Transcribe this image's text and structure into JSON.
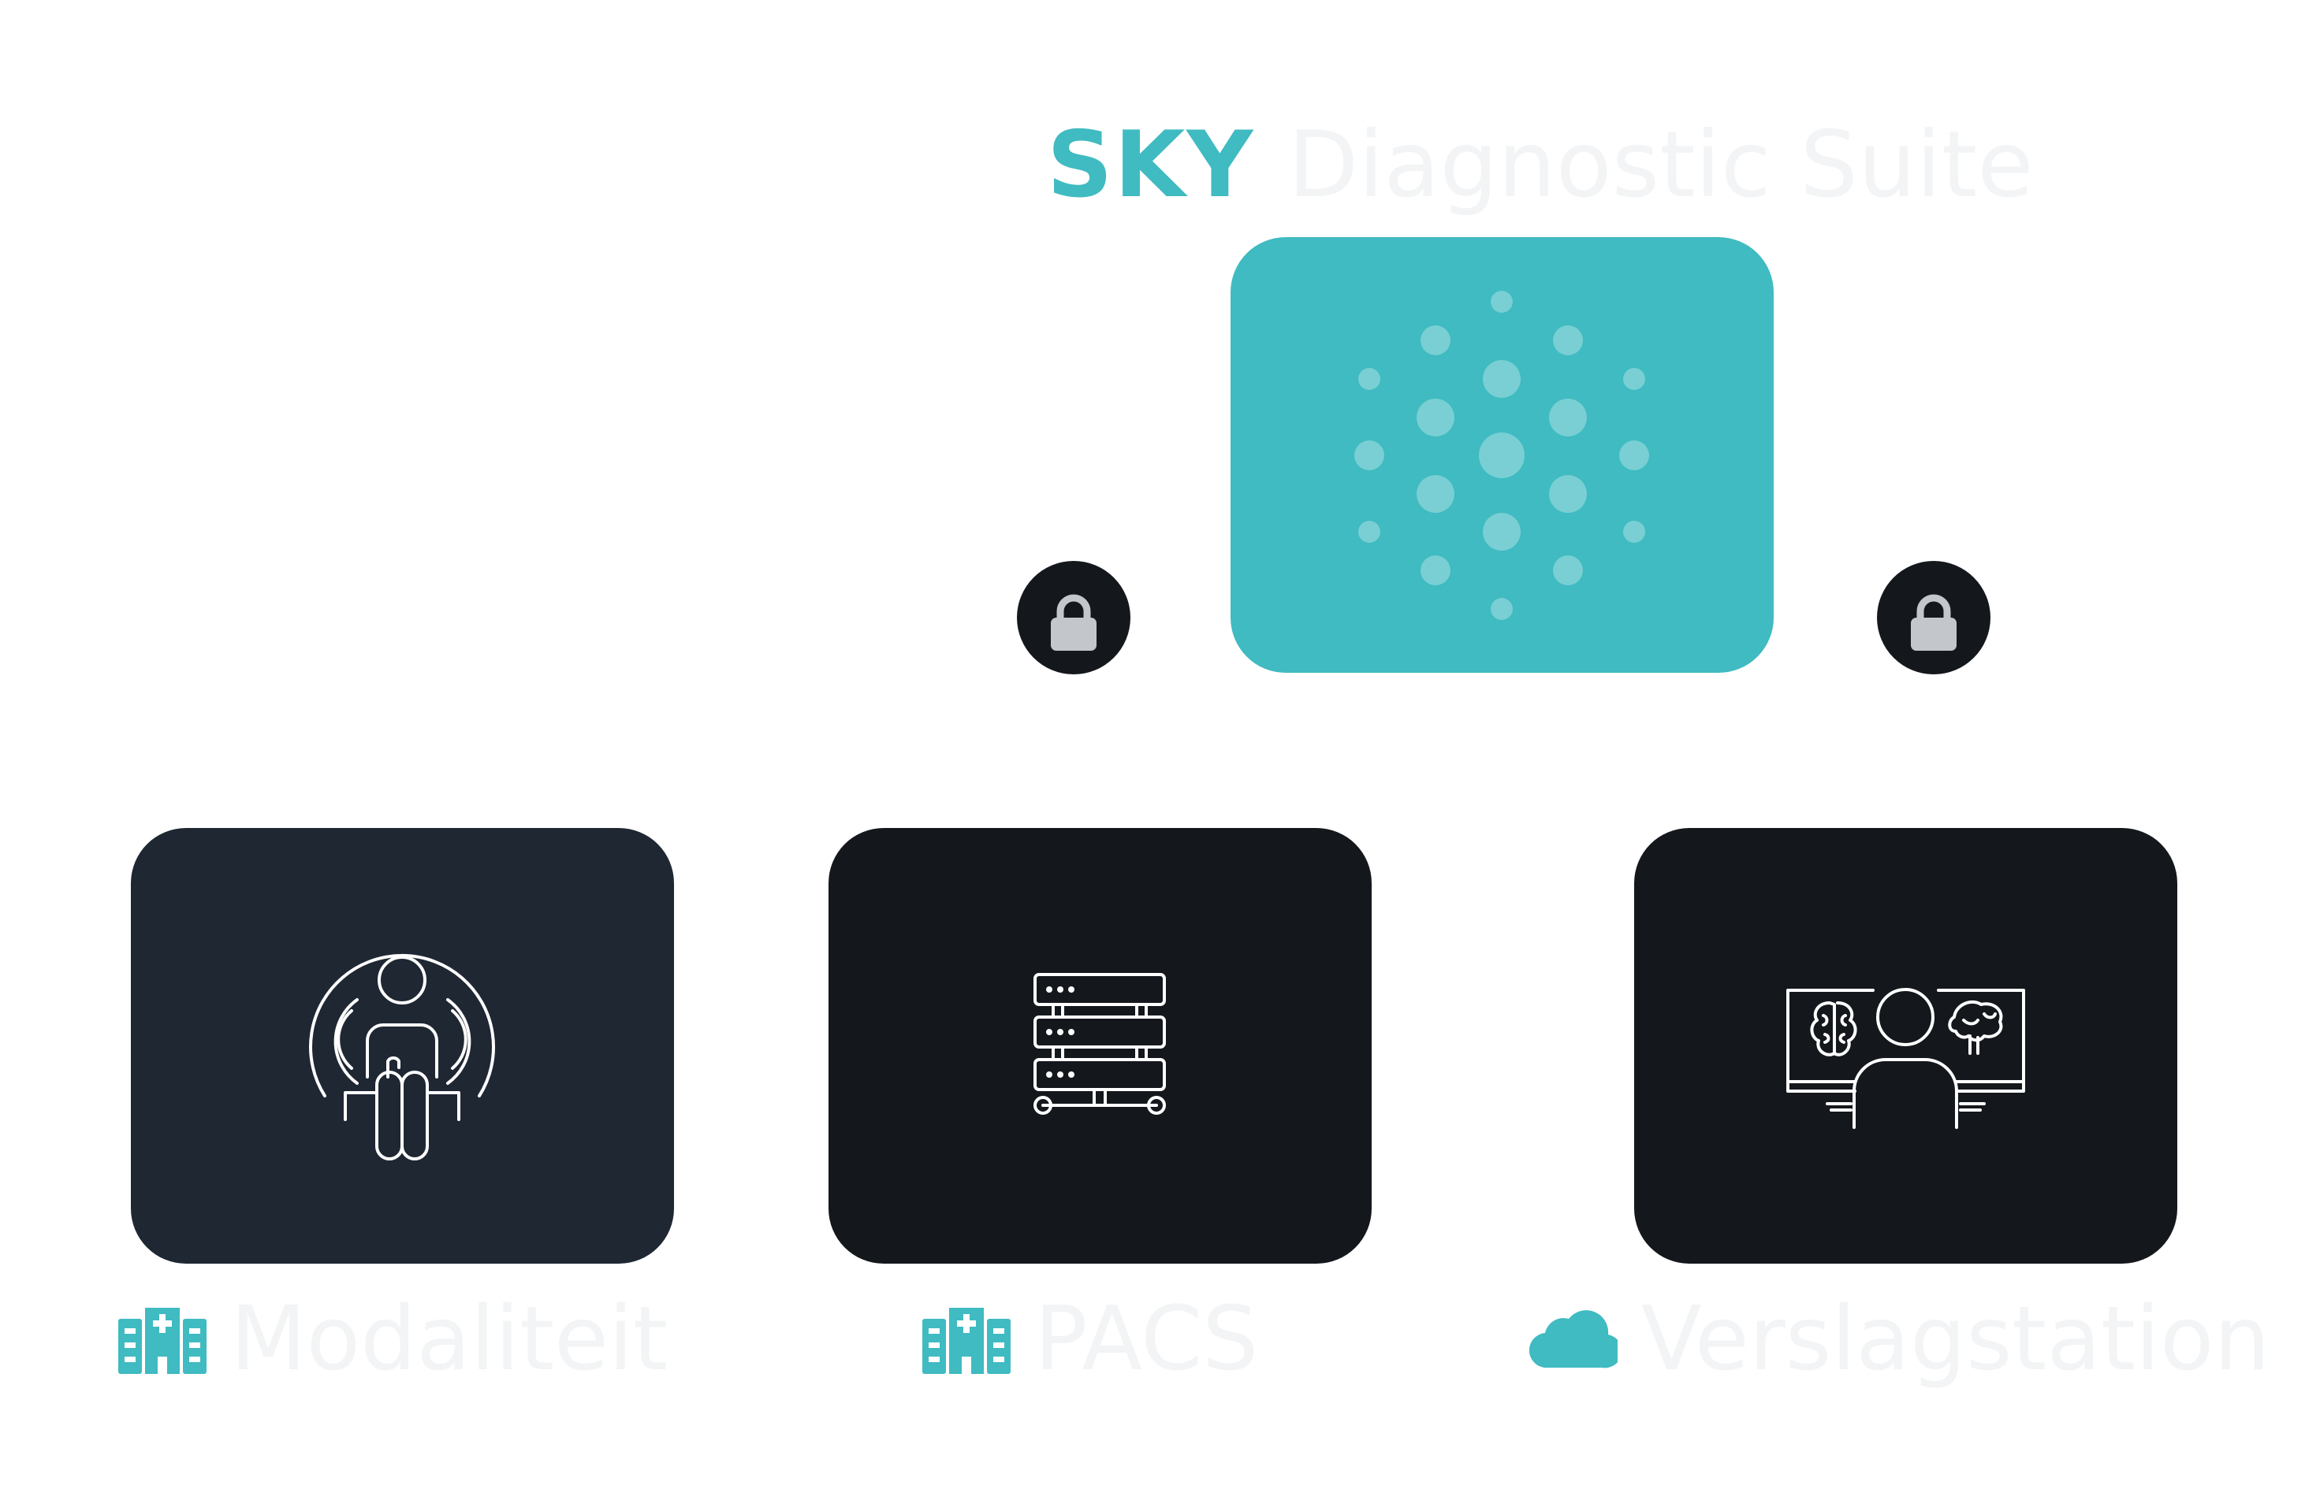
{
  "title": {
    "brand": "SKY",
    "rest": "Diagnostic Suite"
  },
  "center_node": {
    "icon": "dots-burst-logo-icon"
  },
  "locks": [
    {
      "icon": "lock-icon"
    },
    {
      "icon": "lock-icon"
    }
  ],
  "nodes": [
    {
      "label": "Modaliteit",
      "tile_icon": "patient-scanner-icon",
      "label_icon": "hospital-icon"
    },
    {
      "label": "PACS",
      "tile_icon": "server-rack-icon",
      "label_icon": "hospital-icon"
    },
    {
      "label": "Verslagstation",
      "tile_icon": "radiologist-brain-screens-icon",
      "label_icon": "cloud-icon"
    }
  ],
  "colors": {
    "accent": "#3fbbc1",
    "dark": "#14181d",
    "dark_alt": "#1f2733",
    "lock": "#c3c6ca"
  }
}
